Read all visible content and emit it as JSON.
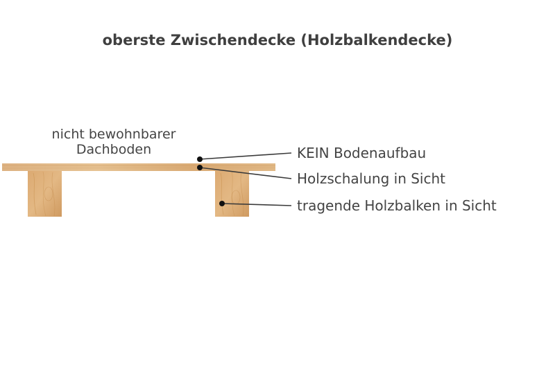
{
  "title": "oberste Zwischendecke (Holzbalkendecke)",
  "room_label_line1": "nicht bewohnbarer",
  "room_label_line2": "Dachboden",
  "callouts": [
    "KEIN Bodenaufbau",
    "Holzschalung in Sicht",
    "tragende Holzbalken in Sicht"
  ],
  "colors": {
    "wood_light": "#e2bb8a",
    "wood_mid": "#d6a46e",
    "wood_dark": "#c48e55",
    "leader": "#3a3a3a"
  }
}
